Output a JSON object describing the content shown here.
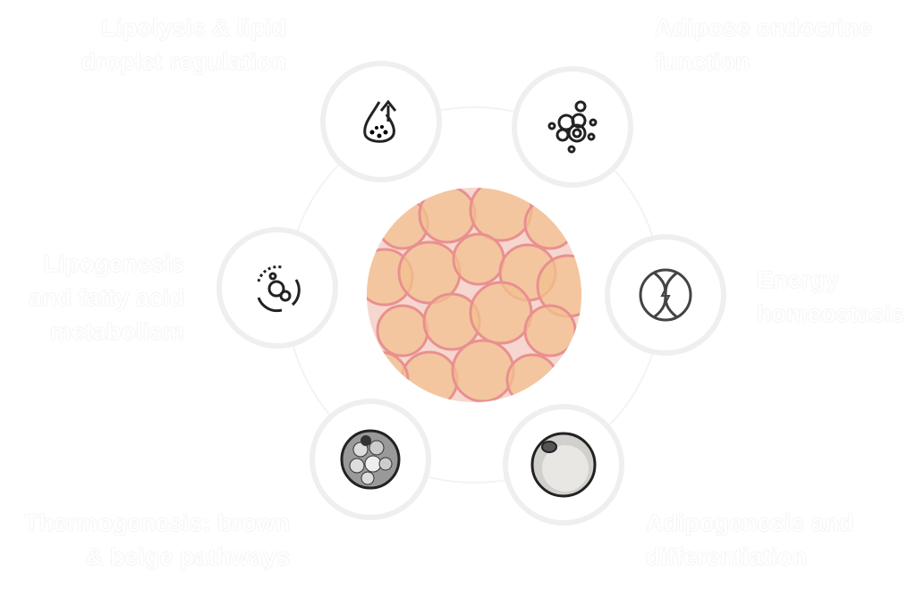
{
  "labels": {
    "lipolysis": [
      "Lipolysis & lipid",
      "droplet regulation"
    ],
    "endocrine": [
      "Adipose endocrine",
      "function"
    ],
    "lipogenesis": [
      "Lipogenesis",
      "and fatty acid",
      "metabolism"
    ],
    "energy": [
      "Energy",
      "homeostasis"
    ],
    "thermogenesis": [
      "Thermogenesis: brown",
      "& beige pathways"
    ],
    "adipogenesis": [
      "Adipogenesis and",
      "differentiation"
    ]
  },
  "colors": {
    "ring": "#efefef",
    "cell_fill": "#f2c08f",
    "cell_border": "#e9908f",
    "icon": "#222222"
  }
}
